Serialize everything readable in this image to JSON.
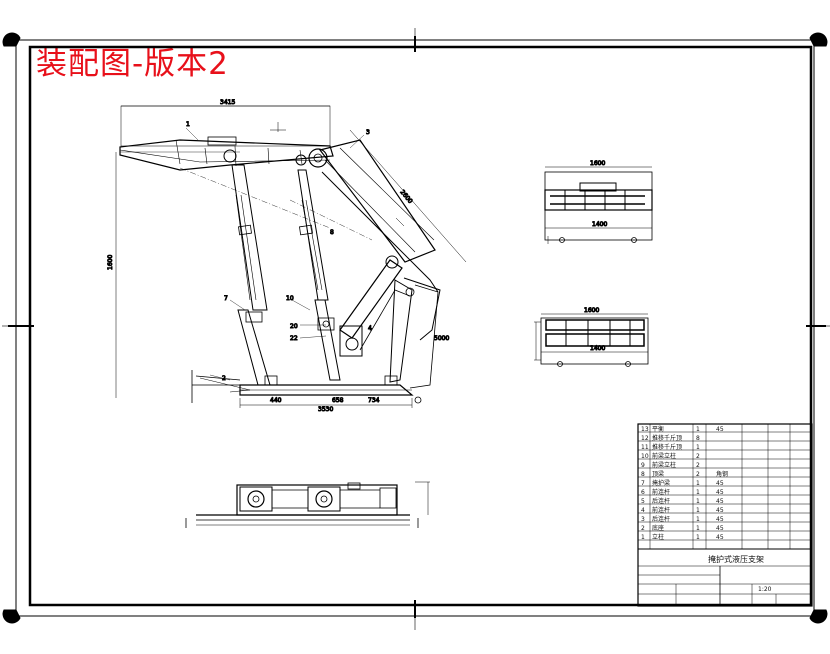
{
  "header": {
    "title": "装配图-版本2"
  },
  "title_block": {
    "drawing_name": "掩护式液压支架",
    "parts": [
      {
        "no": "13",
        "name": "平衡",
        "qty": "1",
        "material": "45"
      },
      {
        "no": "12",
        "name": "推移千斤顶",
        "qty": "8",
        "material": ""
      },
      {
        "no": "11",
        "name": "推移千斤顶",
        "qty": "1",
        "material": ""
      },
      {
        "no": "10",
        "name": "前梁立柱",
        "qty": "2",
        "material": ""
      },
      {
        "no": "9",
        "name": "前梁立柱",
        "qty": "2",
        "material": ""
      },
      {
        "no": "8",
        "name": "顶梁",
        "qty": "2",
        "material": "角钢"
      },
      {
        "no": "7",
        "name": "掩护梁",
        "qty": "1",
        "material": "45"
      },
      {
        "no": "6",
        "name": "前连杆",
        "qty": "1",
        "material": "45"
      },
      {
        "no": "5",
        "name": "后连杆",
        "qty": "1",
        "material": "45"
      },
      {
        "no": "4",
        "name": "前连杆",
        "qty": "1",
        "material": "45"
      },
      {
        "no": "3",
        "name": "后连杆",
        "qty": "1",
        "material": "45"
      },
      {
        "no": "2",
        "name": "底座",
        "qty": "1",
        "material": "45"
      },
      {
        "no": "1",
        "name": "立柱",
        "qty": "1",
        "material": "45"
      }
    ],
    "scale": "1:20"
  }
}
